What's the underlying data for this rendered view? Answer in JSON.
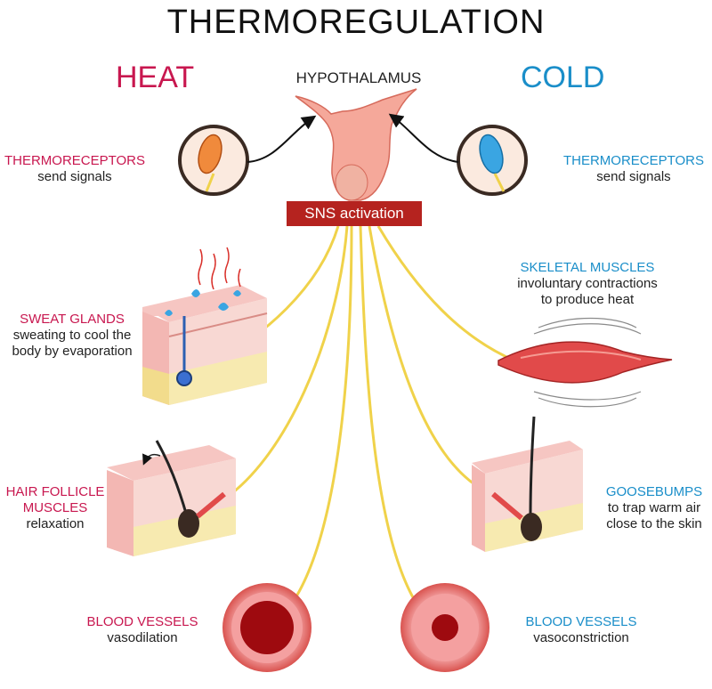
{
  "title": "THERMOREGULATION",
  "heat_label": "HEAT",
  "cold_label": "COLD",
  "hypothalamus": "HYPOTHALAMUS",
  "sns": "SNS activation",
  "colors": {
    "heat": "#c8174f",
    "cold": "#1a8ec9",
    "sns": "#b5231f",
    "nerve": "#f0d24a"
  },
  "left": {
    "thermoreceptors": {
      "heading": "THERMORECEPTORS",
      "desc": "send signals"
    },
    "sweat_glands": {
      "heading": "SWEAT GLANDS",
      "desc_line1": "sweating to cool the",
      "desc_line2": "body by evaporation"
    },
    "hair_follicle": {
      "heading_line1": "HAIR FOLLICLE",
      "heading_line2": "MUSCLES",
      "desc": "relaxation"
    },
    "blood_vessels": {
      "heading": "BLOOD VESSELS",
      "desc": "vasodilation"
    }
  },
  "right": {
    "thermoreceptors": {
      "heading": "THERMORECEPTORS",
      "desc": "send signals"
    },
    "skeletal_muscles": {
      "heading": "SKELETAL MUSCLES",
      "desc_line1": "involuntary contractions",
      "desc_line2": "to produce heat"
    },
    "goosebumps": {
      "heading": "GOOSEBUMPS",
      "desc_line1": "to trap warm air",
      "desc_line2": "close to the skin"
    },
    "blood_vessels": {
      "heading": "BLOOD VESSELS",
      "desc": "vasoconstriction"
    }
  }
}
